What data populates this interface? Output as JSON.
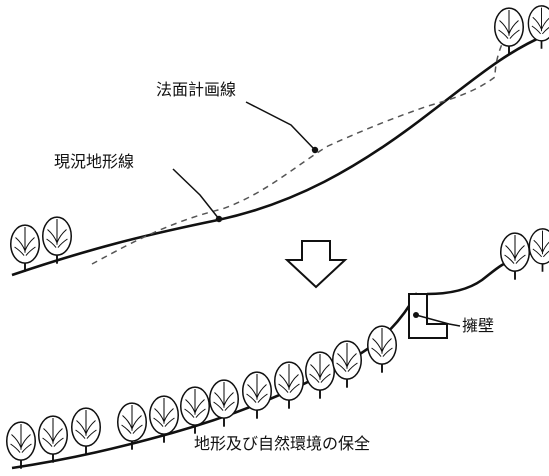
{
  "labels": {
    "planned_slope_line": "法面計画線",
    "existing_terrain_line": "現況地形線",
    "retaining_wall": "擁壁"
  },
  "caption": "地形及び自然環境の保全",
  "colors": {
    "line": "#111111",
    "dashed": "#555555",
    "background": "#ffffff"
  },
  "icons": {
    "transition_arrow": "down-arrow-outline",
    "tree": "round-canopy-tree"
  }
}
